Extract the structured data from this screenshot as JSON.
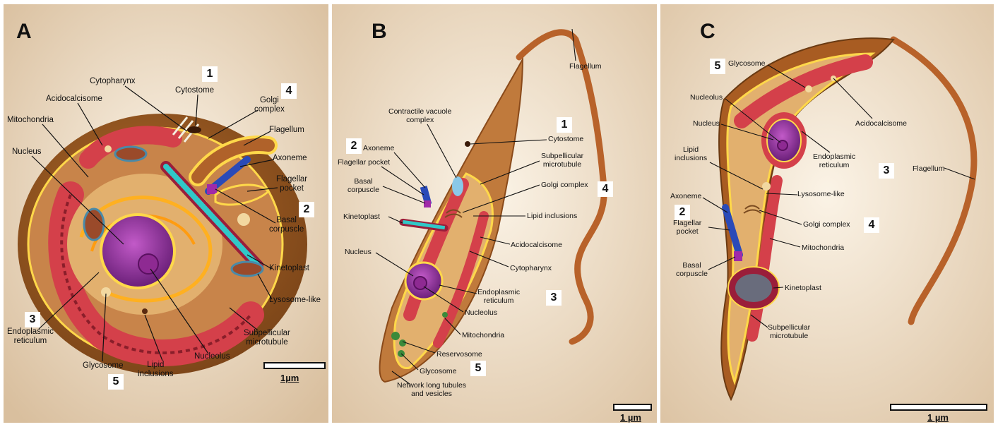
{
  "panels": [
    {
      "letter": "A",
      "labels": {
        "cytopharynx": "Cytopharynx",
        "cytostome": "Cytostome",
        "golgi": "Golgi\ncomplex",
        "acidocalcisome": "Acidocalcisome",
        "mitochondria": "Mitochondria",
        "flagellum": "Flagellum",
        "nucleus": "Nucleus",
        "axoneme": "Axoneme",
        "flagellar_pocket": "Flagellar\npocket",
        "basal_corpuscle": "Basal\ncorpuscle",
        "kinetoplast": "Kinetoplast",
        "endoplasmic_reticulum": "Endoplasmic\nreticulum",
        "lysosome": "Lysosome-like",
        "subpellicular": "Subpellicular\nmicrotubule",
        "nucleolus": "Nucleolus",
        "glycosome": "Glycosome",
        "lipid": "Lipid\ninclusions"
      },
      "numbers": {
        "n1": "1",
        "n2": "2",
        "n3": "3",
        "n4": "4",
        "n5": "5"
      },
      "scale": "1µm"
    },
    {
      "letter": "B",
      "labels": {
        "flagellum": "Flagellum",
        "contractile": "Contractile vacuole\ncomplex",
        "cytostome": "Cytostome",
        "axoneme": "Axoneme",
        "flagellar_pocket": "Flagellar pocket",
        "subpellicular": "Subpellicular\nmicrotubule",
        "basal_corpuscle": "Basal\ncorpuscle",
        "golgi": "Golgi complex",
        "lipid": "Lipid inclusions",
        "kinetoplast": "Kinetoplast",
        "acidocalcisome": "Acidocalcisome",
        "nucleus": "Nucleus",
        "cytopharynx": "Cytopharynx",
        "endoplasmic_reticulum": "Endoplasmic\nreticulum",
        "nucleolus": "Nucleolus",
        "mitochondria": "Mitochondria",
        "reservosome": "Reservosome",
        "glycosome": "Glycosome",
        "network": "Network long tubules\nand vesicles"
      },
      "numbers": {
        "n1": "1",
        "n2": "2",
        "n3": "3",
        "n4": "4",
        "n5": "5"
      },
      "scale": "1 µm"
    },
    {
      "letter": "C",
      "labels": {
        "glycosome": "Glycosome",
        "nucleolus": "Nucleolus",
        "acidocalcisome": "Acidocalcisome",
        "nucleus": "Nucleus",
        "endoplasmic_reticulum": "Endoplasmic\nreticulum",
        "lipid": "Lipid\ninclusions",
        "flagellum": "Flagellum",
        "lysosome": "Lysosome-like",
        "axoneme": "Axoneme",
        "flagellar_pocket": "Flagellar\npocket",
        "golgi": "Golgi complex",
        "mitochondria": "Mitochondria",
        "basal_corpuscle": "Basal\ncorpuscle",
        "kinetoplast": "Kinetoplast",
        "subpellicular": "Subpellicular\nmicrotubule"
      },
      "numbers": {
        "n2": "2",
        "n3": "3",
        "n4": "4",
        "n5": "5"
      },
      "scale": "1 µm"
    }
  ]
}
